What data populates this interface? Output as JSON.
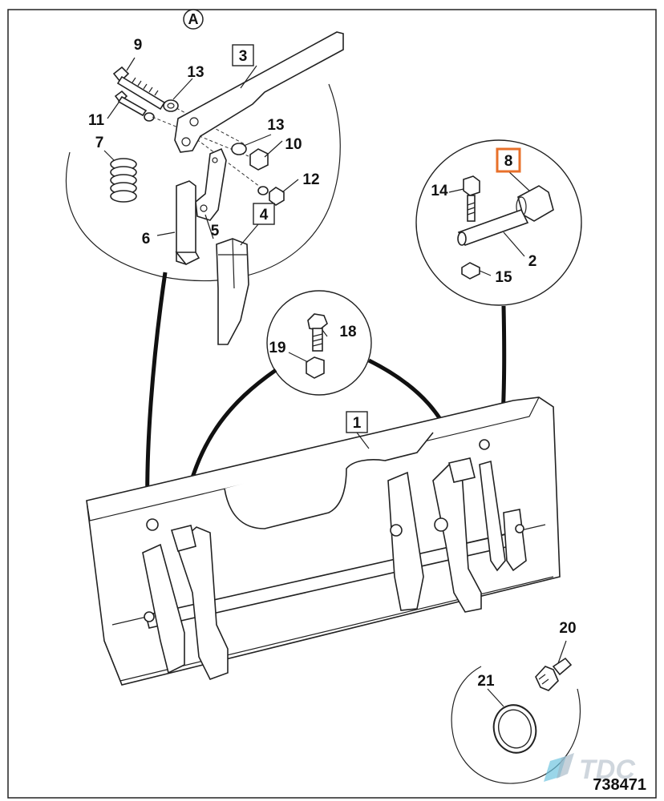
{
  "reference_letter": "A",
  "drawing_number": "738471",
  "watermark": "TDC",
  "highlighted_part": "8",
  "parts": [
    {
      "id": "p1",
      "label": "1"
    },
    {
      "id": "p2",
      "label": "2"
    },
    {
      "id": "p3",
      "label": "3"
    },
    {
      "id": "p4",
      "label": "4"
    },
    {
      "id": "p5",
      "label": "5"
    },
    {
      "id": "p6",
      "label": "6"
    },
    {
      "id": "p7",
      "label": "7"
    },
    {
      "id": "p8",
      "label": "8"
    },
    {
      "id": "p9",
      "label": "9"
    },
    {
      "id": "p10",
      "label": "10"
    },
    {
      "id": "p11",
      "label": "11"
    },
    {
      "id": "p12",
      "label": "12"
    },
    {
      "id": "p13a",
      "label": "13"
    },
    {
      "id": "p13b",
      "label": "13"
    },
    {
      "id": "p14",
      "label": "14"
    },
    {
      "id": "p15",
      "label": "15"
    },
    {
      "id": "p18",
      "label": "18"
    },
    {
      "id": "p19",
      "label": "19"
    },
    {
      "id": "p20",
      "label": "20"
    },
    {
      "id": "p21",
      "label": "21"
    }
  ],
  "colors": {
    "line": "#222222",
    "highlight": "#e8702a",
    "watermark": "#cfd6dd",
    "logo_accent": "#6fc4e0"
  }
}
